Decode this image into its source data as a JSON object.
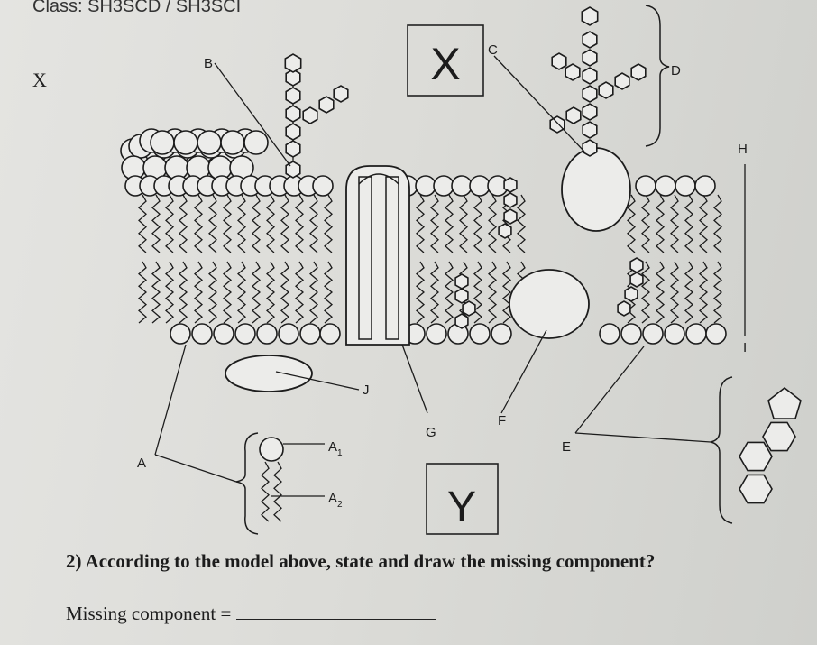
{
  "header": {
    "class_label": "Class: SH3SCD / SH3SCI"
  },
  "margin_label": "X",
  "boxes": {
    "x": "X",
    "y": "Y"
  },
  "labels": {
    "a": "A",
    "a1": "A",
    "a1_sub": "1",
    "a2": "A",
    "a2_sub": "2",
    "b": "B",
    "c": "C",
    "d": "D",
    "e": "E",
    "f": "F",
    "g": "G",
    "h": "H",
    "i": "I",
    "j": "J"
  },
  "question": {
    "text": "2) According to the model above, state and draw the missing component?",
    "answer_label": "Missing component ="
  }
}
